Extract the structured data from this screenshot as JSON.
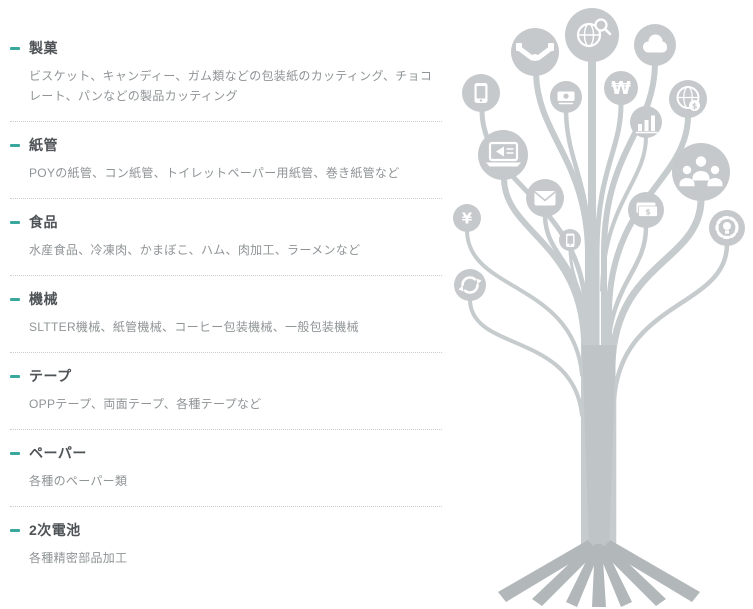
{
  "page": {
    "background": "#ffffff",
    "accent_color": "#3aa79d",
    "heading_color": "#4e5356",
    "description_color": "#8f9496"
  },
  "categories": [
    {
      "title": "製菓",
      "description": "ビスケット、キャンディー、ガム類などの包装紙のカッティング、チョコレート、パンなどの製品カッティング"
    },
    {
      "title": "紙管",
      "description": "POYの紙管、コン紙管、トイレットペーパー用紙管、巻き紙管など"
    },
    {
      "title": "食品",
      "description": "水産食品、冷凍肉、かまぼこ、ハム、肉加工、ラーメンなど"
    },
    {
      "title": "機械",
      "description": "SLTTER機械、紙管機械、コーヒー包装機械、一般包装機械"
    },
    {
      "title": "テープ",
      "description": "OPPテープ、両面テープ、各種テープなど"
    },
    {
      "title": "ペーパー",
      "description": "各種のペーパー類"
    },
    {
      "title": "2次電池",
      "description": "各種精密部品加工"
    }
  ],
  "tree": {
    "circle_color": "#c5c9cb",
    "branch_color": "#c6cbcd",
    "trunk_color": "#bfc4c6",
    "root_color": "#b2b7b9",
    "glyphs": {
      "won": "₩",
      "yen": "¥",
      "dollar": "$"
    },
    "icon_names": [
      "handshake-icon",
      "globe-search-icon",
      "cloud-icon",
      "mobile-phone-icon",
      "cash-icon",
      "won-currency-icon",
      "globe-dollar-icon",
      "bar-chart-icon",
      "laptop-megaphone-icon",
      "people-network-icon",
      "envelope-icon",
      "banknotes-icon",
      "gear-bulb-icon",
      "yen-currency-icon",
      "small-phone-icon",
      "refresh-arrows-icon"
    ]
  }
}
